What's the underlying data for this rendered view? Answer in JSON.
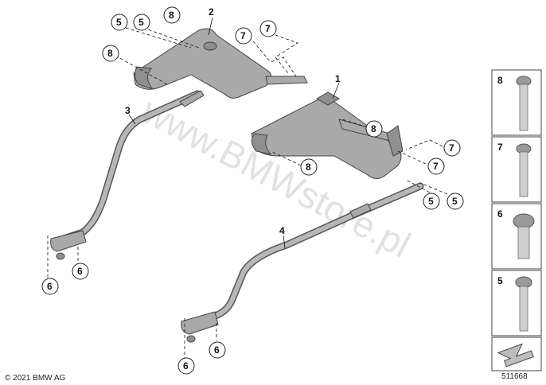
{
  "parts": {
    "p1": "1",
    "p2": "2",
    "p3": "3",
    "p4": "4"
  },
  "callouts": {
    "c5": "5",
    "c6": "6",
    "c7": "7",
    "c8": "8"
  },
  "legend": {
    "items": [
      {
        "num": "8",
        "icon": "hex-socket-bolt-long-icon"
      },
      {
        "num": "7",
        "icon": "torx-bolt-icon"
      },
      {
        "num": "6",
        "icon": "button-head-bolt-icon"
      },
      {
        "num": "5",
        "icon": "hex-flange-bolt-icon"
      }
    ],
    "arrow_icon": "direction-arrow-icon"
  },
  "watermark": "www.BMWstore.pl",
  "copyright": "© 2021 BMW AG",
  "diagram_id": "511668"
}
